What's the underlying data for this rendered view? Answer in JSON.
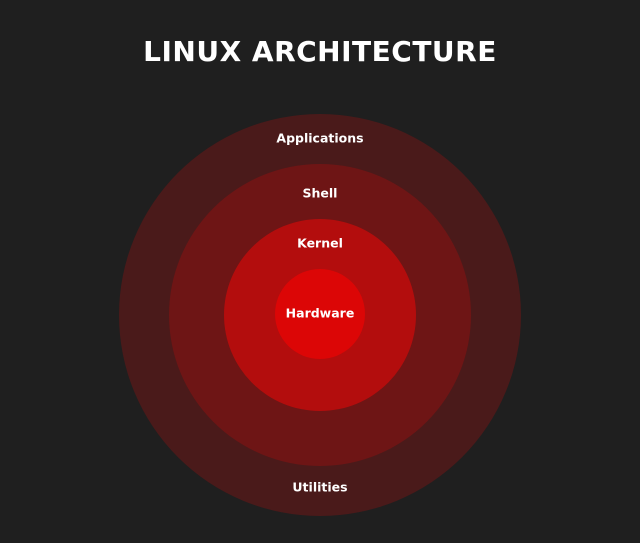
{
  "title": "LINUX ARCHITECTURE",
  "layers": {
    "applications": {
      "label": "Applications",
      "color": "#4a1a1a"
    },
    "shell": {
      "label": "Shell",
      "color": "#6e1515"
    },
    "kernel": {
      "label": "Kernel",
      "color": "#b30d0d"
    },
    "hardware": {
      "label": "Hardware",
      "color": "#dc0606"
    },
    "utilities": {
      "label": "Utilities"
    }
  },
  "background_color": "#1f1f1f"
}
